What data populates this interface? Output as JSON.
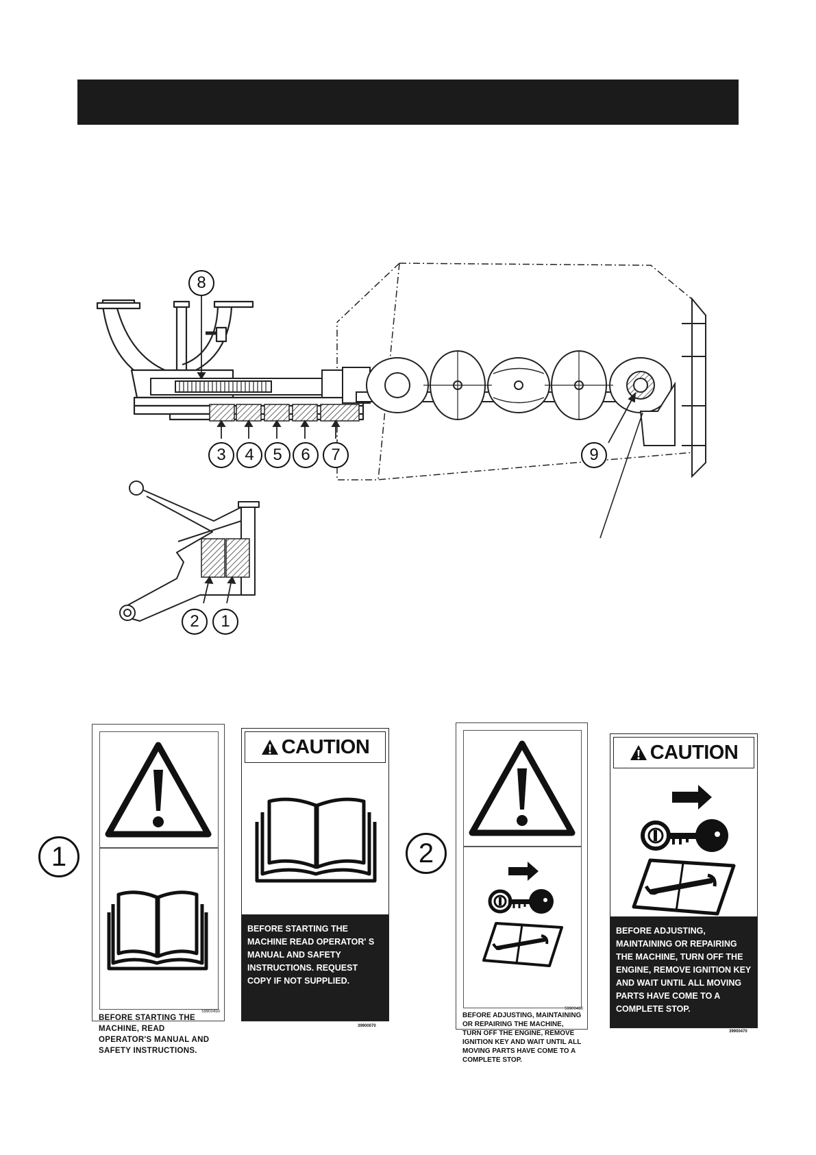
{
  "callouts": {
    "c1": "1",
    "c2": "2",
    "c3": "3",
    "c4": "4",
    "c5": "5",
    "c6": "6",
    "c7": "7",
    "c8": "8",
    "c9": "9"
  },
  "decals": {
    "group1_number": "1",
    "group2_number": "2",
    "decal1_white": {
      "text": "BEFORE STARTING THE MACHINE, READ OPERATOR'S MANUAL AND SAFETY INSTRUCTIONS.",
      "code": "59900450"
    },
    "decal1_caution": {
      "heading": "CAUTION",
      "text": "BEFORE STARTING THE MACHINE READ OPERATOR' S MANUAL AND SAFETY INSTRUCTIONS. REQUEST COPY IF NOT SUPPLIED.",
      "code": "39900070"
    },
    "decal2_white": {
      "text": "BEFORE ADJUSTING, MAINTAINING OR REPAIRING THE MACHINE, TURN OFF THE ENGINE, REMOVE IGNITION KEY AND WAIT UNTIL ALL MOVING PARTS HAVE COME TO A COMPLETE STOP.",
      "code": "59900460"
    },
    "decal2_caution": {
      "heading": "CAUTION",
      "text": "BEFORE ADJUSTING, MAINTAINING OR REPAIRING THE MACHINE, TURN OFF THE ENGINE, REMOVE IGNITION KEY AND WAIT UNTIL ALL MOVING PARTS HAVE COME TO A COMPLETE STOP.",
      "code": "39900470"
    }
  },
  "colors": {
    "bar": "#1b1b1b",
    "ink": "#111111",
    "paper": "#ffffff"
  }
}
